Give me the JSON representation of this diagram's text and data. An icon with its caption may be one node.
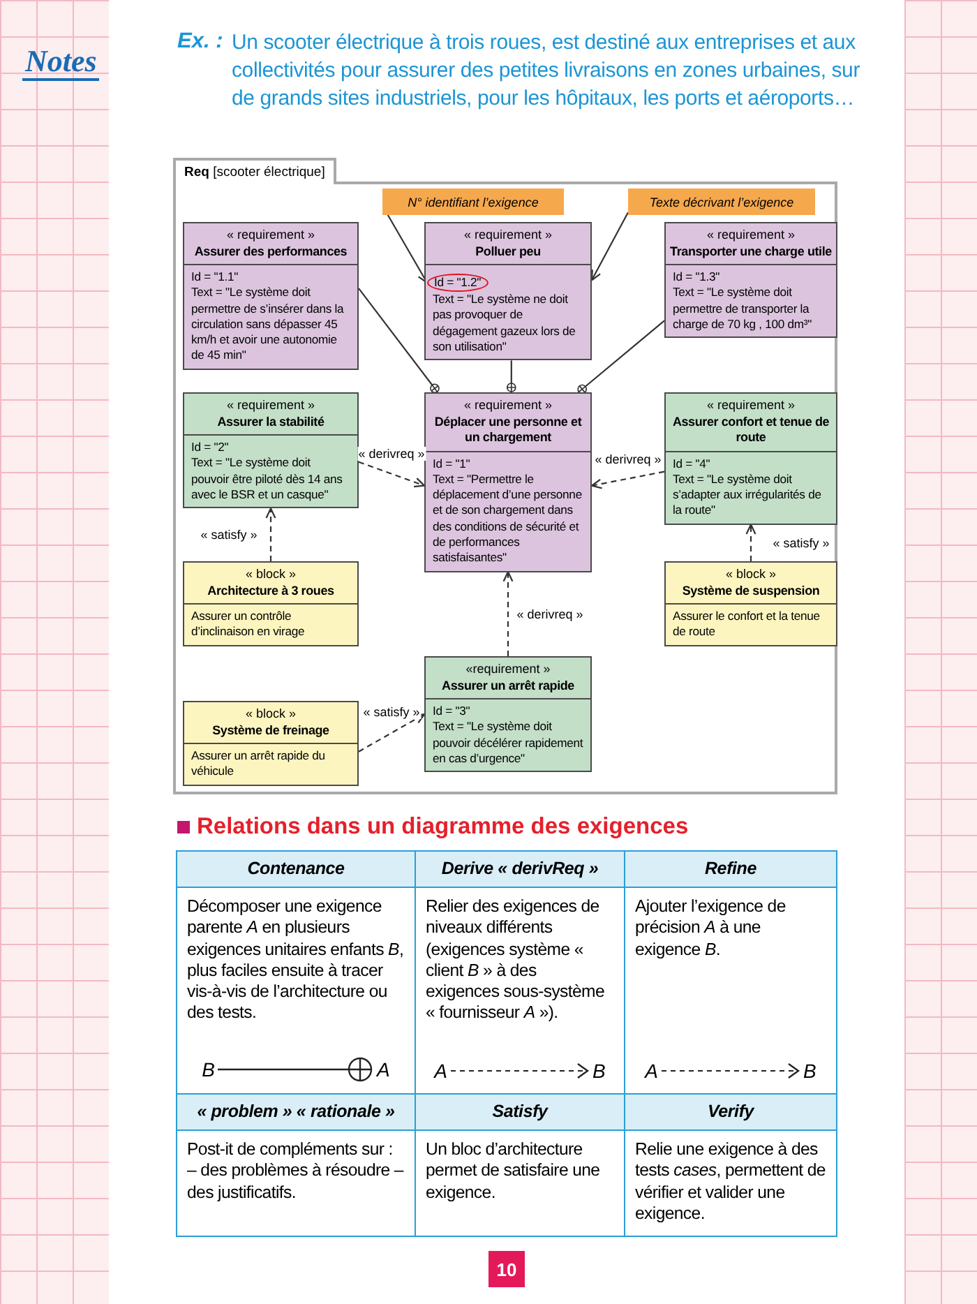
{
  "diagram": {
    "nodes": [
      {
        "text": [
          "**Req** [scooter électrique]"
        ]
      },
      {
        "text": [
          "N° identifiant l’exigence"
        ],
        "in": 0
      },
      {
        "text": [
          "Texte décrivant l’exigence"
        ],
        "in": 0
      },
      {
        "text": [
          "« requirement »",
          "Assurer des performances",
          "Id = \"1.1\"",
          "Text = \"Le système doit permettre de s’insérer dans la circulation sans dépasser 45 km/h et avoir une autonomie de 45 min\""
        ],
        "in": 0
      },
      {
        "text": [
          "« requirement »",
          "Polluer peu",
          "Text = \"Le système ne doit pas provoquer de dégagement gazeux lors de son utilisation\""
        ],
        "in": 0
      },
      {
        "text": [
          "« requirement »",
          "Transporter une charge utile",
          "Id = \"1.3\"",
          "Text = \"Le système doit permettre de transporter la charge de 70 kg , 100 dm³\""
        ],
        "in": 0
      },
      {
        "text": [
          "Id = \"1.2\""
        ],
        "in": 4
      },
      {
        "text": [
          "« requirement »",
          "Assurer la stabilité",
          "Id = \"2\"",
          "Text = \"Le système doit pouvoir être piloté dès 14 ans avec le BSR et un casque\""
        ],
        "in": 0
      },
      {
        "text": [
          "« requirement »",
          "Déplacer une personne et un chargement",
          "Id = \"1\"",
          "Text = \"Permettre le déplacement d’une personne et de son chargement dans des conditions de sécurité et de performances satisfaisantes\""
        ],
        "in": 0
      },
      {
        "text": [
          "« requirement »",
          "Assurer confort et tenue de route",
          "Id = \"4\"",
          "Text = \"Le système doit s’adapter aux irrégularités de la route\""
        ],
        "in": 0
      },
      {
        "text": [
          "« block »",
          "Architecture à 3 roues",
          "Assurer un contrôle d’inclinaison en virage"
        ],
        "in": 0
      },
      {
        "text": [
          "« block »",
          "Système de suspension",
          "Assurer le confort et la tenue de route"
        ],
        "in": 0
      },
      {
        "text": [
          "«requirement »",
          "Assurer un arrêt rapide",
          "Id = \"3\"",
          "Text = \"Le système doit pouvoir décélérer rapidement en cas d’urgence\""
        ],
        "in": 0
      },
      {
        "text": [
          "« block »",
          "Système de freinage",
          "Assurer un arrêt rapide du véhicule"
        ],
        "in": 0
      }
    ],
    "edges": [
      {
        "from": 3,
        "to": 8,
        "arrow": "other"
      },
      {
        "from": 4,
        "to": 8,
        "arrow": "other"
      },
      {
        "from": 5,
        "to": 8,
        "arrow": "other"
      },
      {
        "from": 1,
        "to": 6,
        "arrow": "to"
      },
      {
        "from": 2,
        "to": 4,
        "arrow": "to"
      },
      {
        "from": 7,
        "to": 8,
        "arrow": "to",
        "label": "« derivreq »",
        "style": "dashed"
      },
      {
        "from": 9,
        "to": 8,
        "arrow": "to",
        "label": "« derivreq »",
        "style": "dashed"
      },
      {
        "from": 12,
        "to": 8,
        "arrow": "to",
        "label": "« derivreq »",
        "style": "dashed"
      },
      {
        "from": 10,
        "to": 7,
        "arrow": "to",
        "label": "« satisfy »",
        "style": "dashed"
      },
      {
        "from": 11,
        "to": 9,
        "arrow": "to",
        "label": "« satisfy »",
        "style": "dashed"
      },
      {
        "from": 13,
        "to": 12,
        "arrow": "to",
        "label": "« satisfy »",
        "style": "dashed"
      }
    ],
    "labels": [
      "Notes",
      "Ex. :",
      "Un scooter électrique à trois roues, est destiné aux entreprises et aux collectivités pour assurer des petites livraisons en zones urbaines, sur de grands sites industriels, pour les hôpitaux, les ports et aéroports…",
      "Relations dans un diagramme des exigences",
      "Contenance",
      "Derive « derivReq »",
      "Refine",
      "Décomposer une exigence parente *A* en plusieurs exigences unitaires enfants *B*, plus faciles ensuite à tracer vis-à-vis de l’architecture ou des tests.",
      "B",
      "A",
      "Relier des exigences de niveaux différents (exigences système « client *B* » à des exigences sous-système « fournisseur *A* »).",
      "A",
      "B",
      "Ajouter l’exigence de précision *A* à une exigence *B*.",
      "A",
      "B",
      "« problem » « rationale »",
      "Satisfy",
      "Verify",
      "Post-it de compléments sur : – des problèmes à résoudre – des justificatifs.",
      "Un bloc d’architecture permet de satisfaire une exigence.",
      "Relie une exigence à des tests *cases*, permettent de vérifier et valider une exigence.",
      "10"
    ]
  }
}
